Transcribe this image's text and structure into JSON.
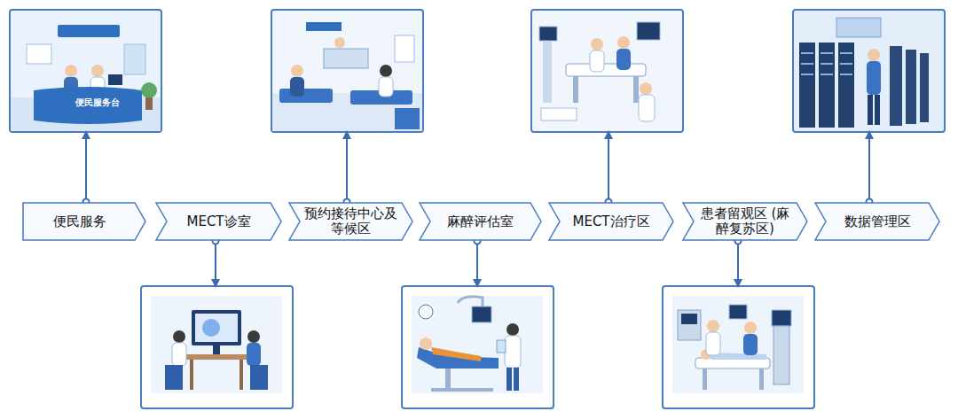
{
  "diagram": {
    "nodes": [
      {
        "text": [
          "便民服务"
        ]
      },
      {
        "text": [
          "MECT诊室"
        ]
      },
      {
        "text": [
          "预约接待中心及 等候区"
        ]
      },
      {
        "text": [
          "麻醉评估室"
        ]
      },
      {
        "text": [
          "MECT治疗区"
        ]
      },
      {
        "text": [
          "患者留观区 (麻醉复苏区)"
        ]
      },
      {
        "text": [
          "数据管理区"
        ]
      }
    ],
    "edges": [],
    "labels": [
      "便民服务台"
    ]
  }
}
